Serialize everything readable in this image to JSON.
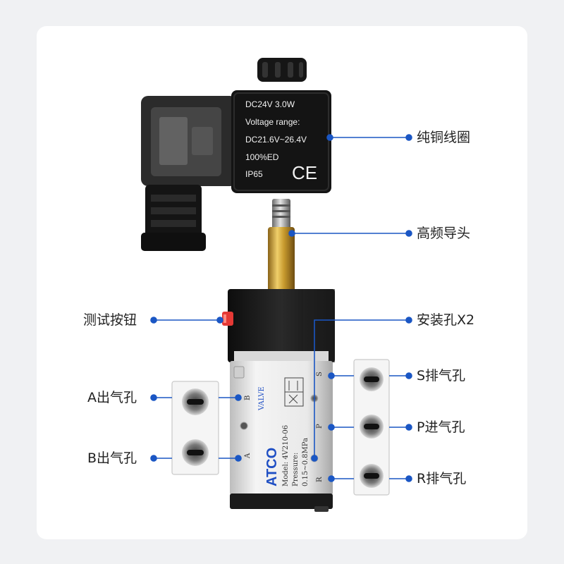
{
  "coil": {
    "line1": "DC24V 3.0W",
    "line2": "Voltage range:",
    "line3": "DC21.6V~26.4V",
    "line4": "100%ED",
    "line5": "IP65",
    "mark": "CE"
  },
  "valve_body": {
    "brand": "ATCO",
    "sub_brand": "VALVE",
    "model": "Model: 4V210-06",
    "pressure_label": "Pressure:",
    "pressure_range": "0.15~0.8MPa",
    "port_letters": [
      "S",
      "P",
      "R",
      "B",
      "A"
    ]
  },
  "callouts": {
    "coil": "纯铜线圈",
    "plunger": "高频导头",
    "test_button": "测试按钮",
    "mount_holes": "安装孔X2",
    "port_s": "S排气孔",
    "port_p": "P进气孔",
    "port_r": "R排气孔",
    "port_a": "A出气孔",
    "port_b": "B出气孔"
  },
  "colors": {
    "callout_line": "#1a56c4",
    "background": "#f0f1f3",
    "card": "#ffffff",
    "brass": "#c79a2e",
    "coil_black": "#141414",
    "test_button_red": "#e53935"
  }
}
